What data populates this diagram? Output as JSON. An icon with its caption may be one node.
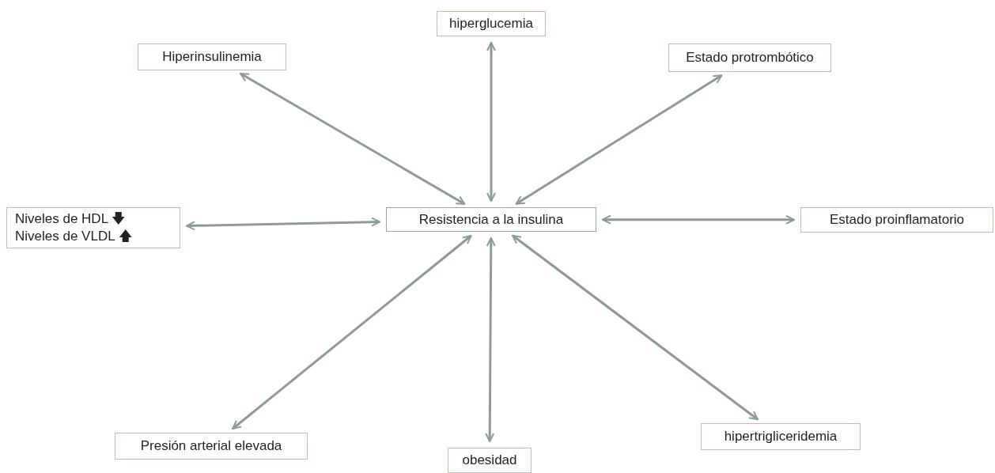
{
  "diagram": {
    "nodes": [
      {
        "text": [
          "Resistencia a la insulina"
        ]
      },
      {
        "text": [
          "Hiperinsulinemia"
        ]
      },
      {
        "text": [
          "hiperglucemia"
        ]
      },
      {
        "text": [
          "Estado protrombótico"
        ]
      },
      {
        "text": [
          "Niveles de HDL 🡇",
          "Niveles de VLDL 🡅"
        ]
      },
      {
        "text": [
          "Estado proinflamatorio"
        ]
      },
      {
        "text": [
          "Presión arterial elevada"
        ]
      },
      {
        "text": [
          "obesidad"
        ]
      },
      {
        "text": [
          "hipertrigliceridemia"
        ]
      }
    ],
    "edges": [
      {
        "from": 0,
        "to": 1,
        "arrow": "both"
      },
      {
        "from": 0,
        "to": 2,
        "arrow": "both"
      },
      {
        "from": 0,
        "to": 3,
        "arrow": "both"
      },
      {
        "from": 0,
        "to": 4,
        "arrow": "both"
      },
      {
        "from": 0,
        "to": 5,
        "arrow": "both"
      },
      {
        "from": 0,
        "to": 6,
        "arrow": "both"
      },
      {
        "from": 0,
        "to": 7,
        "arrow": "both"
      },
      {
        "from": 0,
        "to": 8,
        "arrow": "both"
      }
    ]
  }
}
